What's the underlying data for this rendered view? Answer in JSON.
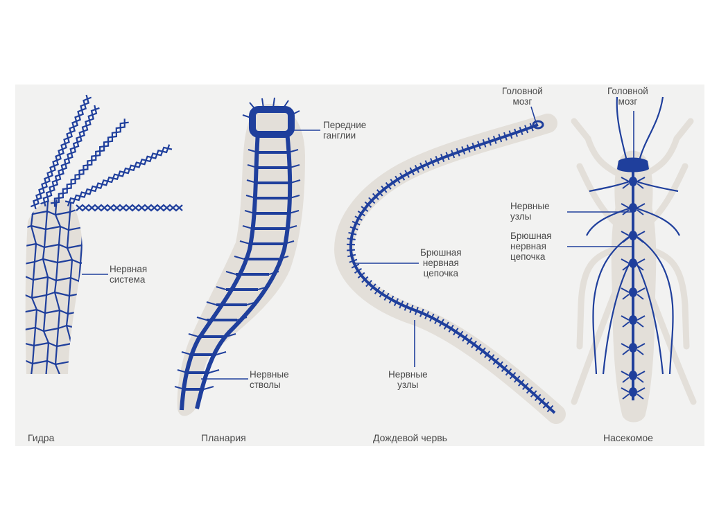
{
  "colors": {
    "nerve": "#1f3f9c",
    "body": "#e3dfd9",
    "panel": "#f2f2f1",
    "leader": "#1f3f9c",
    "text": "#4a4a4a"
  },
  "captions": {
    "hydra": "Гидра",
    "planaria": "Планария",
    "earthworm": "Дождевой червь",
    "insect": "Насекомое"
  },
  "labels": {
    "hydra_nervous_system": [
      "Нервная",
      "система"
    ],
    "planaria_anterior_ganglia": [
      "Передние",
      "ганглии"
    ],
    "planaria_nerve_trunks": [
      "Нервные",
      "стволы"
    ],
    "worm_brain": [
      "Головной",
      "мозг"
    ],
    "worm_ventral_chain": [
      "Брюшная",
      "нервная",
      "цепочка"
    ],
    "worm_nerve_nodes": [
      "Нервные",
      "узлы"
    ],
    "insect_brain": [
      "Головной",
      "мозг"
    ],
    "insect_nerve_nodes": [
      "Нервные",
      "узлы"
    ],
    "insect_ventral_chain": [
      "Брюшная",
      "нервная",
      "цепочка"
    ]
  }
}
